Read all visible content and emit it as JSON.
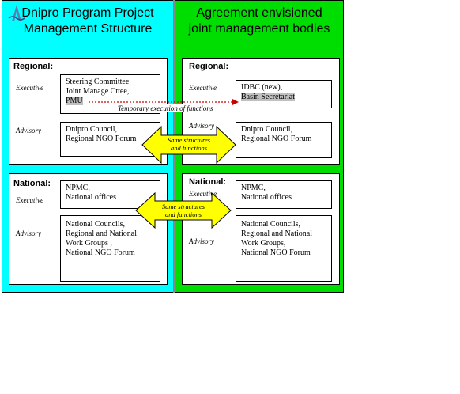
{
  "left_panel": {
    "title_line1": "Dnipro Program Project",
    "title_line2": "Management Structure",
    "regional": {
      "label": "Regional:",
      "executive_label": "Executive",
      "executive_items": [
        "Steering Committee",
        "Joint Manage Cttee,",
        "PMU"
      ],
      "advisory_label": "Advisory",
      "advisory_items": [
        "Dnipro Council,",
        "Regional NGO Forum"
      ]
    },
    "national": {
      "label": "National:",
      "executive_label": "Executive",
      "executive_items": [
        "NPMC,",
        "National offices"
      ],
      "advisory_label": "Advisory",
      "advisory_items": [
        "National Councils,",
        "Regional and National",
        "Work Groups ,",
        "National NGO Forum"
      ]
    }
  },
  "right_panel": {
    "title_line1": "Agreement envisioned",
    "title_line2": "joint management bodies",
    "regional": {
      "label": "Regional:",
      "executive_label": "Executive",
      "executive_items": [
        "IDBC (new),",
        "Basin Secretariat"
      ],
      "advisory_label": "Advisory",
      "advisory_items": [
        "Dnipro Council,",
        "Regional NGO Forum"
      ]
    },
    "national": {
      "label": "National:",
      "executive_label": "Executive",
      "executive_items": [
        "NPMC,",
        "National offices"
      ],
      "advisory_label": "Advisory",
      "advisory_items": [
        "National Councils,",
        "Regional and National",
        "Work Groups,",
        "National NGO Forum"
      ]
    }
  },
  "connectors": {
    "temporary_label": "Temporary execution of functions",
    "same_line1": "Same structures",
    "same_line2": "and functions"
  },
  "colors": {
    "left_bg": "#00ffff",
    "right_bg": "#00dd00",
    "arrow_fill": "#ffff00",
    "dotted_arrow": "#cc0000",
    "highlight": "#c0c0c0"
  }
}
